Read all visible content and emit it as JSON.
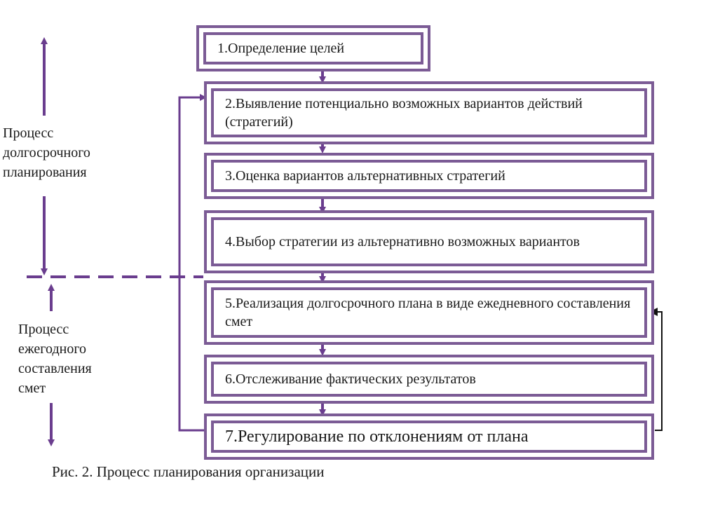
{
  "steps": [
    {
      "label": "1.Определение целей"
    },
    {
      "label": "2.Выявление потенциально возможных вариантов действий (стратегий)"
    },
    {
      "label": "3.Оценка вариантов альтернативных стратегий"
    },
    {
      "label": "4.Выбор стратегии из альтернативно возможных вариантов"
    },
    {
      "label": "5.Реализация долгосрочного плана в виде ежедневного составления смет"
    },
    {
      "label": "6.Отслеживание фактических результатов"
    },
    {
      "label": "7.Регулирование по отклонениям от плана"
    }
  ],
  "side_labels": {
    "long_term": "Процесс\nдолгосрочного\nпланирования",
    "annual": "Процесс\nежегодного\nсоставления\nсмет"
  },
  "caption": "Рис. 2. Процесс планирования организации",
  "colors": {
    "accent": "#6a3d8e",
    "box_border": "#7b5b95",
    "feedback_line": "#111111"
  }
}
